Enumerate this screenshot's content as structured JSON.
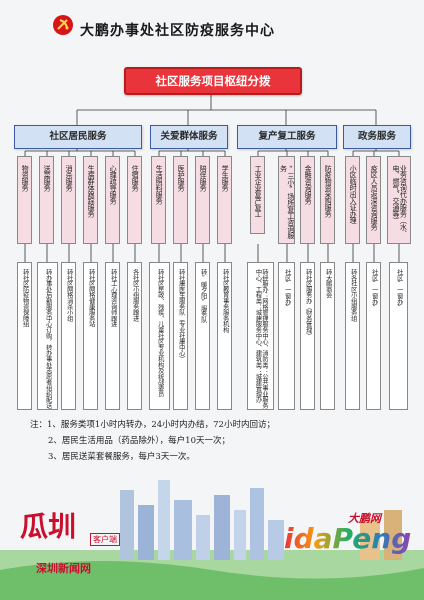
{
  "header": {
    "org_title": "大鹏办事处社区防疫服务中心"
  },
  "root": {
    "label": "社区服务项目枢纽分拨"
  },
  "categories": [
    {
      "label": "社区居民服务",
      "items": [
        {
          "label": "物资服务",
          "detail": "转社区防疫物资保障组"
        },
        {
          "label": "送菜服务",
          "detail": "转办事处后勤服务中心订购，转办事处志愿者组织配送"
        },
        {
          "label": "消杀服务",
          "detail": "转社区网格消杀小组"
        },
        {
          "label": "生病群体跟踪服务",
          "detail": "转社区网格健康服务站"
        },
        {
          "label": "心理疏导服务",
          "detail": "转社工心理咨询师跟进"
        },
        {
          "label": "住宿服务",
          "detail": "各社区小组服务跟进"
        }
      ]
    },
    {
      "label": "关爱群体服务",
      "items": [
        {
          "label": "生活照料服务",
          "detail": "转社区民政、残疾、儿童社区专业机构及统战委员"
        },
        {
          "label": "医护服务",
          "detail": "转社康医生服务队（专业社康中心）"
        },
        {
          "label": "陪伴服务",
          "detail": "转“暖夕阳”服务队"
        },
        {
          "label": "学生服务",
          "detail": "转社区教育事务服务机构"
        }
      ]
    },
    {
      "label": "复产复工服务",
      "items": [
        {
          "label": "工业企业复产复工",
          "detail": "转经服办：网格管理服务中心、消防类：公共事业服务中心、工程类：城建服务中心、建筑类：城建管理办"
        },
        {
          "label": "“三小”场所复工咨询服务",
          "detail": "社区“一窗办”"
        },
        {
          "label": "金融咨询服务",
          "detail": "转社区服务办（财务管理）"
        },
        {
          "label": "防疫物资采购服务",
          "detail": "转大鹏商会"
        }
      ]
    },
    {
      "label": "政务服务",
      "items": [
        {
          "label": "小区临时出入证办理",
          "detail": "转各社区小组服务组"
        },
        {
          "label": "疫区人员返深咨询服务",
          "detail": "社区“一窗办”"
        },
        {
          "label": "业务咨询代办服务（水、电、燃气、交通等）",
          "detail": "社区“一窗办”"
        }
      ]
    }
  ],
  "notes": [
    "注：1、服务类项1小时内转办，24小时内办结，72小时内回访；",
    "2、居民生活用品（药品除外），每户10天一次；",
    "3、居民送菜套餐服务，每户3天一次。"
  ],
  "footer": {
    "left_logo_big": "瓜圳",
    "left_logo_sub": "客户端",
    "left_logo_text": "深圳新闻网",
    "right_logo_cn": "大鹏网",
    "right_logo_en": "idaPeng"
  },
  "colors": {
    "root_red": "#e8343a",
    "category_blue": "#d2e1f3",
    "service_pink": "#f5dde3",
    "line": "#333333"
  }
}
